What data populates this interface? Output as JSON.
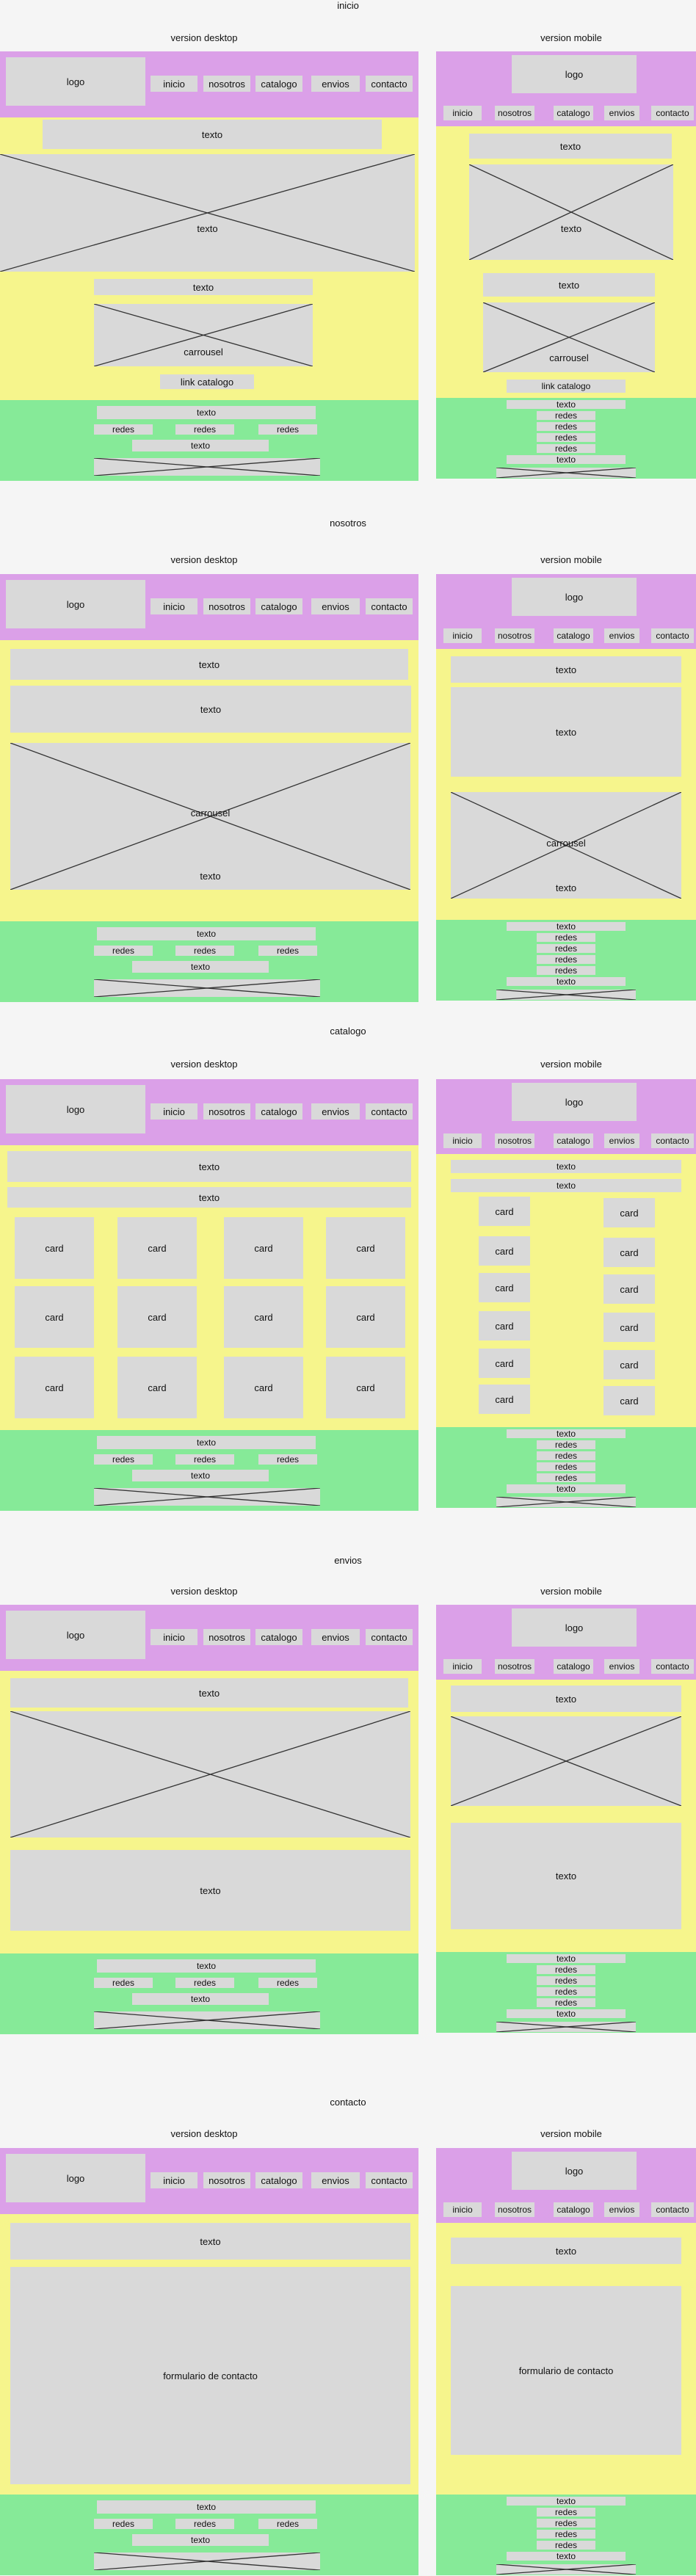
{
  "sections": {
    "inicio": "inicio",
    "nosotros": "nosotros",
    "catalogo": "catalogo",
    "envios": "envios",
    "contacto": "contacto"
  },
  "labels": {
    "desktop": "version desktop",
    "mobile": "version mobile"
  },
  "header": {
    "logo": "logo",
    "nav": [
      "inicio",
      "nosotros",
      "catalogo",
      "envios",
      "contacto"
    ]
  },
  "content": {
    "texto": "texto",
    "carrousel": "carrousel",
    "link_catalogo": "link catalogo",
    "redes": "redes",
    "card": "card",
    "formulario": "formulario de contacto"
  },
  "colors": {
    "header": "#dba0e8",
    "body": "#f6f58c",
    "footer": "#86ea98",
    "placeholder": "#d9d9d9",
    "background": "#f5f5f5"
  }
}
